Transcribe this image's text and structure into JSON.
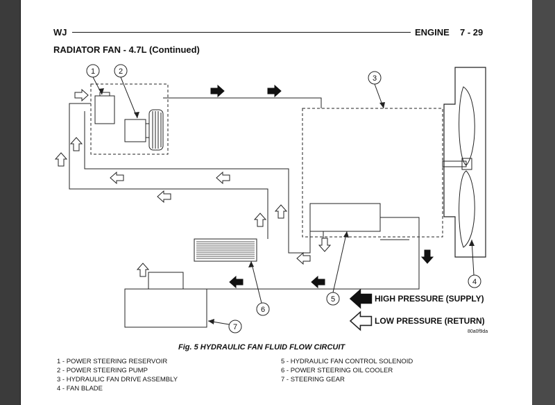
{
  "header": {
    "left": "WJ",
    "section": "ENGINE",
    "page": "7 - 29"
  },
  "title": "RADIATOR FAN - 4.7L (Continued)",
  "figure": {
    "caption": "Fig. 5 HYDRAULIC FAN FLUID FLOW CIRCUIT",
    "code": "80a0f9da",
    "callouts": [
      "1",
      "2",
      "3",
      "4",
      "5",
      "6",
      "7"
    ],
    "key": {
      "high": "HIGH PRESSURE (SUPPLY)",
      "low": "LOW PRESSURE (RETURN)"
    }
  },
  "legend": {
    "left": [
      "1 - POWER STEERING RESERVOIR",
      "2 - POWER STEERING PUMP",
      "3 - HYDRAULIC FAN DRIVE ASSEMBLY",
      "4 - FAN BLADE"
    ],
    "right": [
      "5 - HYDRAULIC FAN CONTROL SOLENOID",
      "6 - POWER STEERING OIL COOLER",
      "7 - STEERING GEAR"
    ]
  }
}
